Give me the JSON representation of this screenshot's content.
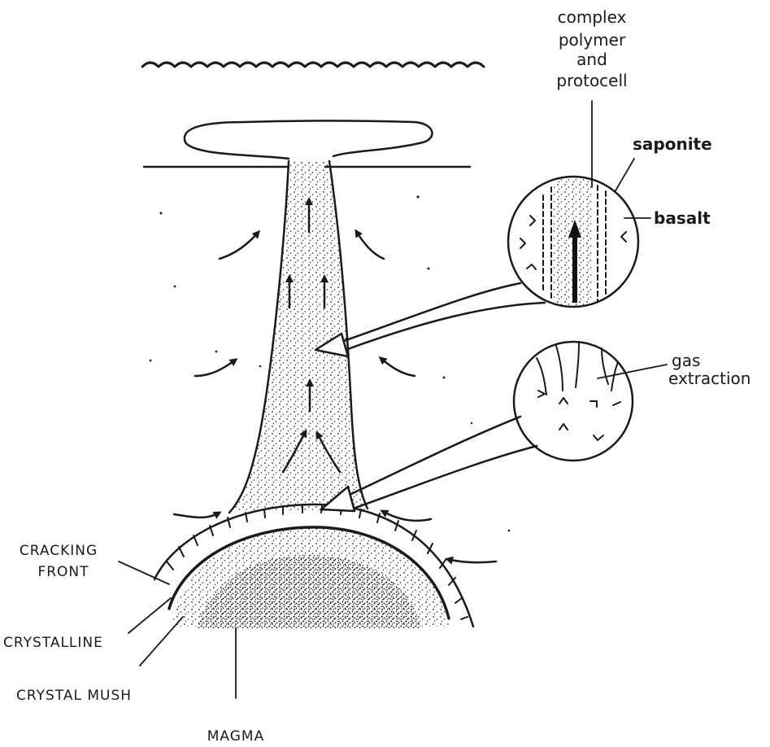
{
  "labels": {
    "complex_polymer": [
      "complex",
      "polymer",
      "and",
      "protocell"
    ],
    "saponite": "saponite",
    "basalt": "basalt",
    "gas_extraction": [
      "gas",
      "extraction"
    ],
    "cracking_front": [
      "CRACKING",
      "FRONT"
    ],
    "crystalline": "CRYSTALLINE",
    "crystal_mush": "CRYSTAL MUSH",
    "magma": "MAGMA"
  }
}
